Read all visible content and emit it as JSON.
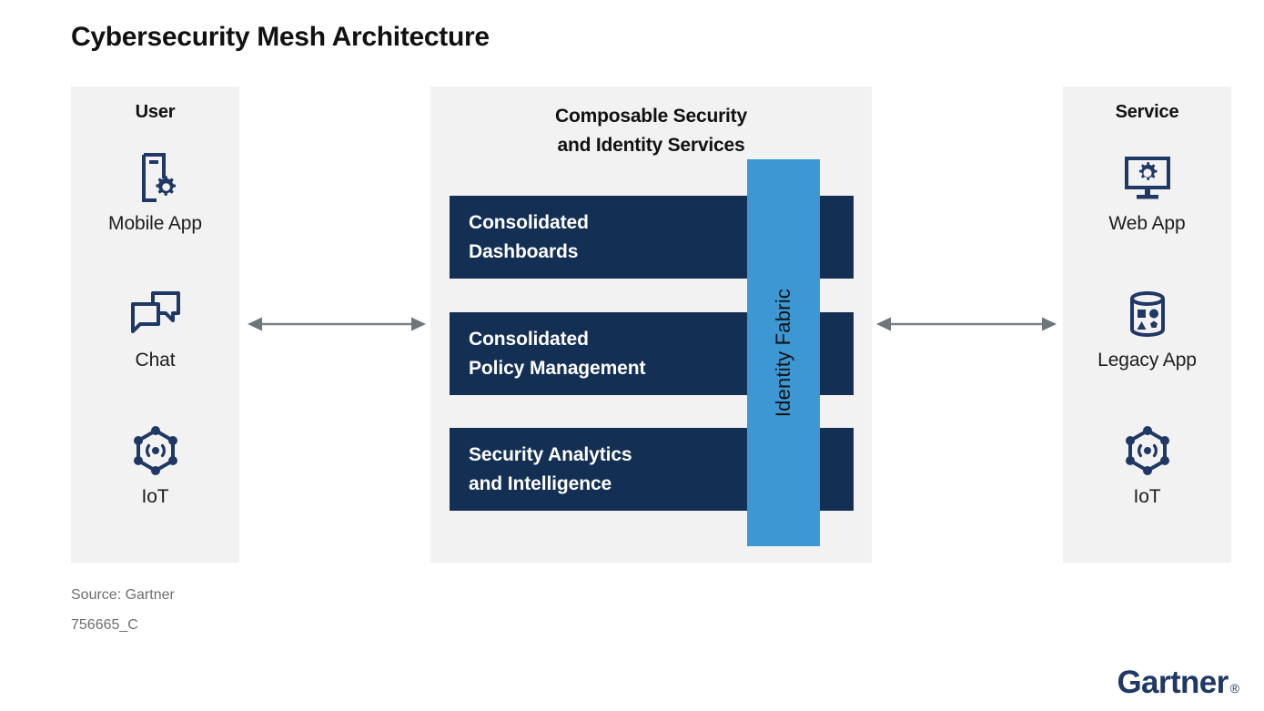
{
  "title": "Cybersecurity Mesh Architecture",
  "colors": {
    "panel_background": "#f2f2f2",
    "bar_navy": "#142f54",
    "identity_fabric_blue": "#3d97d3",
    "icon_navy": "#1f3864",
    "arrow_gray": "#7b8285",
    "title_black": "#111111",
    "source_gray": "#6e6e6e",
    "logo_navy": "#1f3864",
    "page_background": "#ffffff"
  },
  "user_panel": {
    "heading": "User",
    "nodes": [
      {
        "icon": "mobile-phone-gear-icon",
        "label": "Mobile App"
      },
      {
        "icon": "chat-bubbles-icon",
        "label": "Chat"
      },
      {
        "icon": "iot-hexagon-node-icon",
        "label": "IoT"
      }
    ]
  },
  "center_panel": {
    "heading_line1": "Composable Security",
    "heading_line2": "and Identity Services",
    "bars": [
      {
        "text": "Consolidated\nDashboards"
      },
      {
        "text": "Consolidated\nPolicy Management"
      },
      {
        "text": "Security Analytics\nand Intelligence"
      }
    ],
    "identity_fabric": {
      "label": "Identity Fabric",
      "orientation": "vertical-bottom-to-top"
    }
  },
  "service_panel": {
    "heading": "Service",
    "nodes": [
      {
        "icon": "monitor-gear-icon",
        "label": "Web App"
      },
      {
        "icon": "database-shapes-icon",
        "label": "Legacy App"
      },
      {
        "icon": "iot-hexagon-node-icon",
        "label": "IoT"
      }
    ]
  },
  "connectors": [
    {
      "name": "user-to-center",
      "style": "double-headed-arrow"
    },
    {
      "name": "center-to-service",
      "style": "double-headed-arrow"
    }
  ],
  "footer": {
    "source": "Source: Gartner",
    "reference_id": "756665_C",
    "logo_text": "Gartner",
    "logo_mark": "®"
  }
}
